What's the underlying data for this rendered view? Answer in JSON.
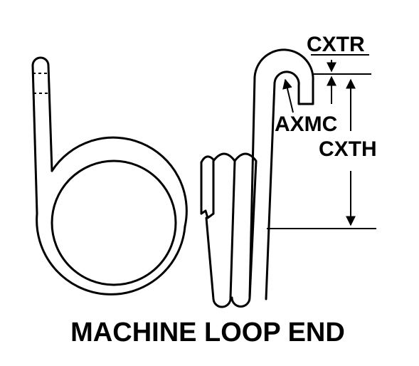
{
  "labels": {
    "cxtr": "CXTR",
    "axmc": "AXMC",
    "cxth": "CXTH",
    "caption": "MACHINE LOOP END"
  },
  "colors": {
    "ink": "#000000",
    "background": "#ffffff"
  }
}
